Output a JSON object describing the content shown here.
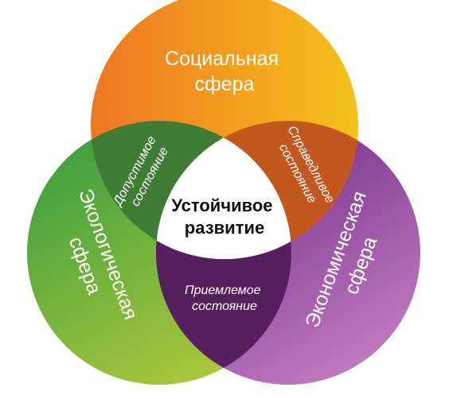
{
  "colors": {
    "social_start": "#ef7622",
    "social_end": "#f5c21a",
    "eco_start": "#2f9a3f",
    "eco_end": "#a9c63a",
    "econ_start": "#6a2584",
    "econ_end": "#c67fc2",
    "overlap_social_eco": "#3f7d35",
    "overlap_social_econ": "#c2581e",
    "overlap_eco_econ": "#56205f",
    "center": "#ffffff"
  },
  "circles": {
    "social": {
      "line1": "Социальная",
      "line2": "сфера"
    },
    "ecological": {
      "line1": "Экологическая",
      "line2": "сфера"
    },
    "economic": {
      "line1": "Экономическая",
      "line2": "сфера"
    }
  },
  "overlaps": {
    "social_ecological": {
      "line1": "Допустимое",
      "line2": "состояние"
    },
    "social_economic": {
      "line1": "Справедливое",
      "line2": "состояние"
    },
    "ecological_economic": {
      "line1": "Приемлемое",
      "line2": "состояние"
    }
  },
  "center": {
    "line1": "Устойчивое",
    "line2": "развитие"
  }
}
